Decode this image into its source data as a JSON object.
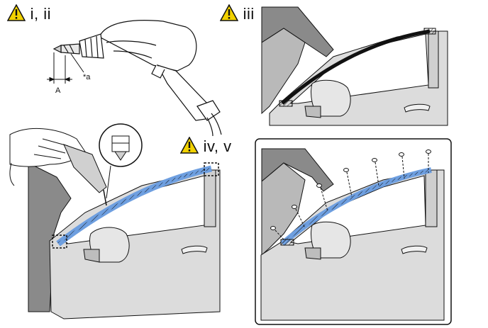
{
  "labels": {
    "step_i_ii": "i, ii",
    "step_iii": "iii",
    "step_iv_v": "iv, v",
    "callout_a": "*a",
    "dimension_a": "A"
  },
  "icons": {
    "warning": "warning-triangle-icon"
  },
  "colors": {
    "warning_fill": "#f2d200",
    "molding_blue": "#6e9fe0",
    "line": "#111111",
    "car_gray": "#dcdcdc",
    "dark_gray": "#8a8a8a"
  }
}
